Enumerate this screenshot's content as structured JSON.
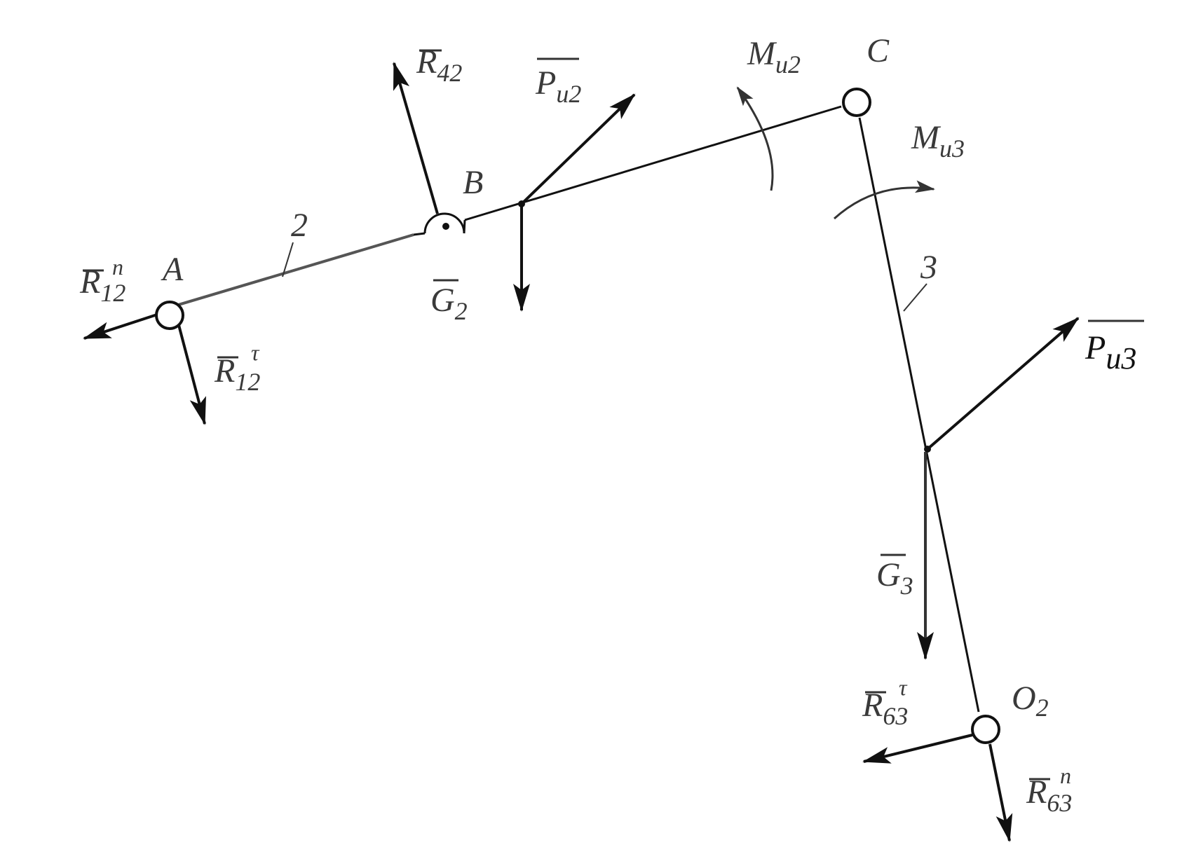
{
  "colors": {
    "ink": "#111111",
    "label": "#3a3a3a",
    "background": "#ffffff"
  },
  "points": {
    "A": "A",
    "B": "B",
    "C": "C",
    "O2": {
      "base": "O",
      "sub": "2"
    }
  },
  "links": {
    "link2": "2",
    "link3": "3"
  },
  "forces": {
    "R12n": {
      "base": "R",
      "sub": "12",
      "sup": "n"
    },
    "R12tau": {
      "base": "R",
      "sub": "12",
      "sup": "τ"
    },
    "R42": {
      "base": "R",
      "sub": "42"
    },
    "Pu2": {
      "base": "P",
      "sub": "u2"
    },
    "G2": {
      "base": "G",
      "sub": "2"
    },
    "Pu3": {
      "base": "P",
      "sub": "u3"
    },
    "G3": {
      "base": "G",
      "sub": "3"
    },
    "R63tau": {
      "base": "R",
      "sub": "63",
      "sup": "τ"
    },
    "R63n": {
      "base": "R",
      "sub": "63",
      "sup": "n"
    }
  },
  "moments": {
    "Mu2": {
      "base": "M",
      "sub": "u2"
    },
    "Mu3": {
      "base": "M",
      "sub": "u3"
    }
  }
}
